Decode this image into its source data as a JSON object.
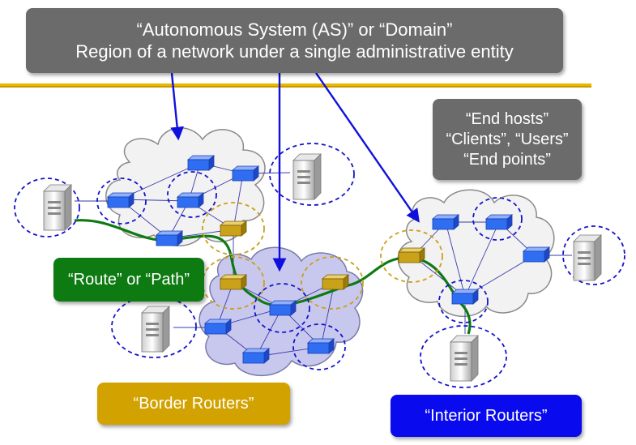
{
  "as_label": {
    "line1": "“Autonomous System (AS)” or “Domain”",
    "line2": "Region of a network under a single administrative entity"
  },
  "end_hosts_label": {
    "line1": "“End hosts”",
    "line2": "“Clients”, “Users”",
    "line3": "“End points”"
  },
  "route_label": "“Route” or “Path”",
  "border_routers_label": "“Border Routers”",
  "interior_routers_label": "“Interior Routers”",
  "colors": {
    "gray_box": "#6b6b6b",
    "route_green": "#0e7a12",
    "border_gold": "#d2a200",
    "interior_blue": "#0a0aee",
    "divider_gold": "#e8b800",
    "router_blue": "#2d6cf0",
    "border_router_gold": "#caa21a",
    "cloud_gray": "#f0f0f0",
    "cloud_purple": "#c8c8ec"
  },
  "icons": [
    "router-icon",
    "border-router-icon",
    "server-icon",
    "cloud-icon"
  ]
}
